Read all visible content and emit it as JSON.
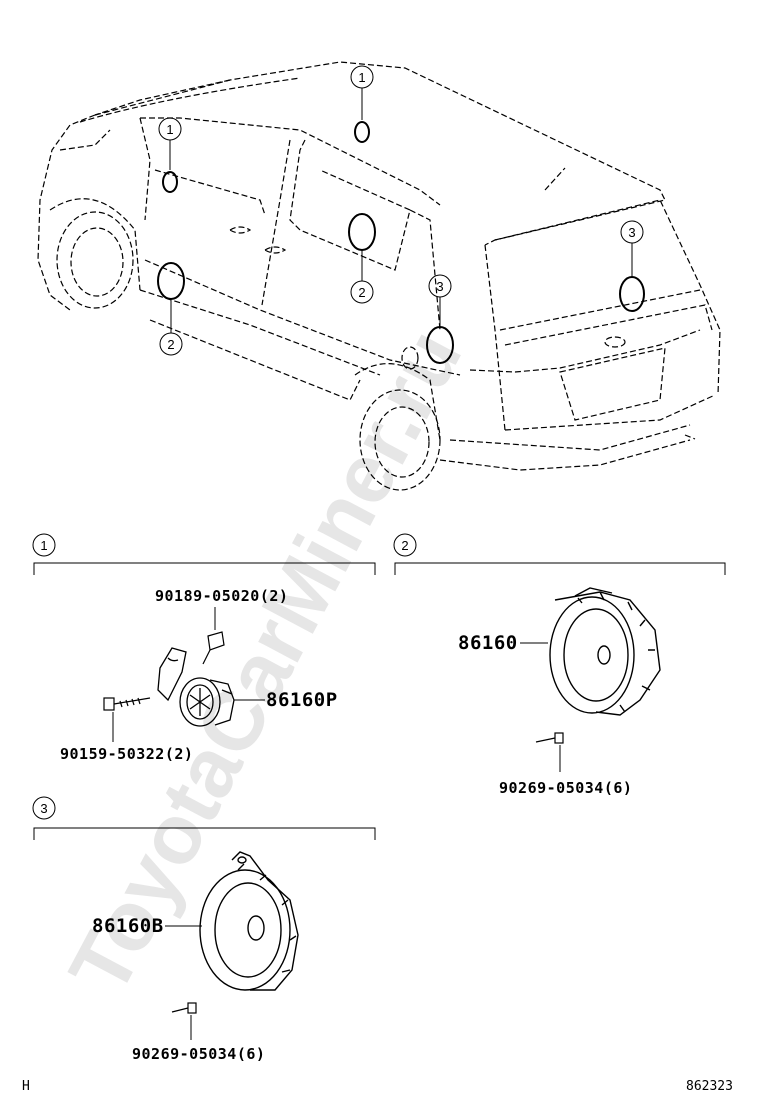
{
  "watermark": "ToyotaCarMiner.ru",
  "callouts": {
    "c1": "1",
    "c2": "2",
    "c3": "3"
  },
  "section1": {
    "marker": "1",
    "parts": {
      "clip": "90189-05020(2)",
      "speaker": "86160P",
      "screw": "90159-50322(2)"
    }
  },
  "section2": {
    "marker": "2",
    "parts": {
      "speaker": "86160",
      "screw": "90269-05034(6)"
    }
  },
  "section3": {
    "marker": "3",
    "parts": {
      "speaker": "86160B",
      "screw": "90269-05034(6)"
    }
  },
  "footer": {
    "left_code": "H",
    "diagram_no": "862323"
  }
}
